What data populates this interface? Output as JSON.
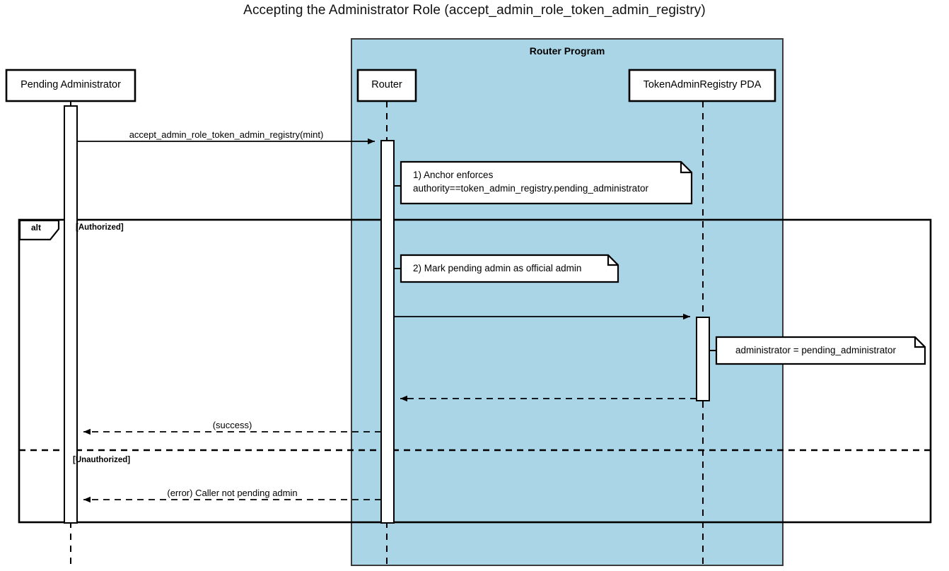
{
  "diagram": {
    "type": "sequence-diagram",
    "title": "Accepting the Administrator Role (accept_admin_role_token_admin_registry)",
    "colors": {
      "group_fill": "#a9d5e6",
      "stroke": "#000000",
      "note_fill": "#ffffff",
      "background": "#ffffff"
    },
    "groups": [
      {
        "name": "router-program-group",
        "label": "Router Program"
      }
    ],
    "participants": [
      {
        "id": "pending-administrator",
        "label": "Pending Administrator",
        "in_group": false
      },
      {
        "id": "router",
        "label": "Router",
        "in_group": true
      },
      {
        "id": "token-admin-registry-pda",
        "label": "TokenAdminRegistry PDA",
        "in_group": true
      }
    ],
    "fragment": {
      "operator": "alt",
      "sections": [
        {
          "guard": "[Authorized]"
        },
        {
          "guard": "[Unauthorized]"
        }
      ]
    },
    "messages": [
      {
        "index": 1,
        "from": "pending-administrator",
        "to": "router",
        "label": "accept_admin_role_token_admin_registry(mint)",
        "style": "solid"
      },
      {
        "index": 2,
        "from": "router",
        "to": "token-admin-registry-pda",
        "label": "",
        "style": "solid"
      },
      {
        "index": 3,
        "from": "token-admin-registry-pda",
        "to": "router",
        "label": "",
        "style": "dashed"
      },
      {
        "index": 4,
        "from": "router",
        "to": "pending-administrator",
        "label": "(success)",
        "style": "dashed"
      },
      {
        "index": 5,
        "from": "router",
        "to": "pending-administrator",
        "label": "(error) Caller not pending admin",
        "style": "dashed"
      }
    ],
    "notes": [
      {
        "id": "note-anchor-enforces",
        "attached_to": "router",
        "lines": [
          "1) Anchor enforces",
          "authority==token_admin_registry.pending_administrator"
        ]
      },
      {
        "id": "note-mark-official-admin",
        "attached_to": "router",
        "lines": [
          "2) Mark pending admin as official admin"
        ]
      },
      {
        "id": "note-administrator-assignment",
        "attached_to": "token-admin-registry-pda",
        "lines": [
          "administrator = pending_administrator"
        ]
      }
    ]
  }
}
